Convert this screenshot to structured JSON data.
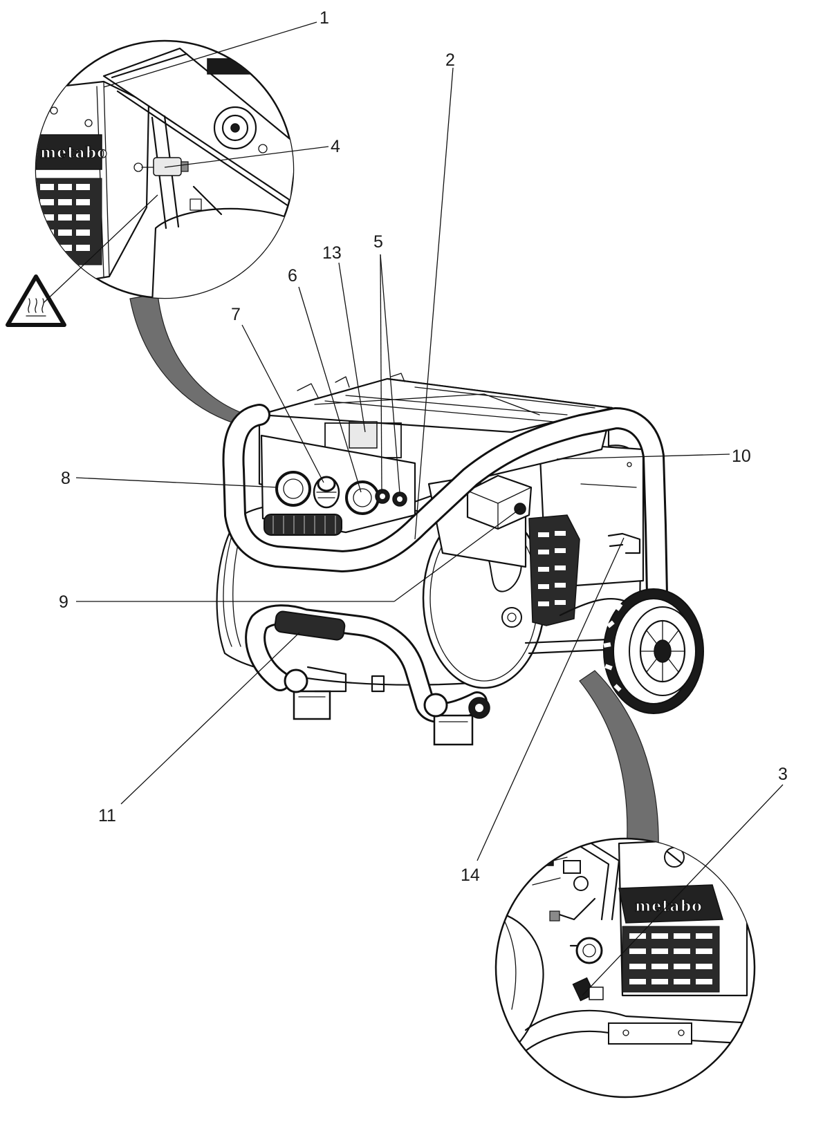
{
  "diagram": {
    "brand_label": "metabo",
    "brand_label_detail": "metabo",
    "callouts": [
      {
        "id": "1",
        "label": "1"
      },
      {
        "id": "2",
        "label": "2"
      },
      {
        "id": "3",
        "label": "3"
      },
      {
        "id": "4",
        "label": "4"
      },
      {
        "id": "5",
        "label": "5"
      },
      {
        "id": "6",
        "label": "6"
      },
      {
        "id": "7",
        "label": "7"
      },
      {
        "id": "8",
        "label": "8"
      },
      {
        "id": "9",
        "label": "9"
      },
      {
        "id": "10",
        "label": "10"
      },
      {
        "id": "11",
        "label": "11"
      },
      {
        "id": "13",
        "label": "13"
      },
      {
        "id": "14",
        "label": "14"
      }
    ],
    "icons": {
      "warning": "hot-surface-warning-icon",
      "compressor": "air-compressor-icon"
    },
    "colors": {
      "line": "#111111",
      "connector_band": "#6f6f6f",
      "background": "#ffffff"
    }
  }
}
